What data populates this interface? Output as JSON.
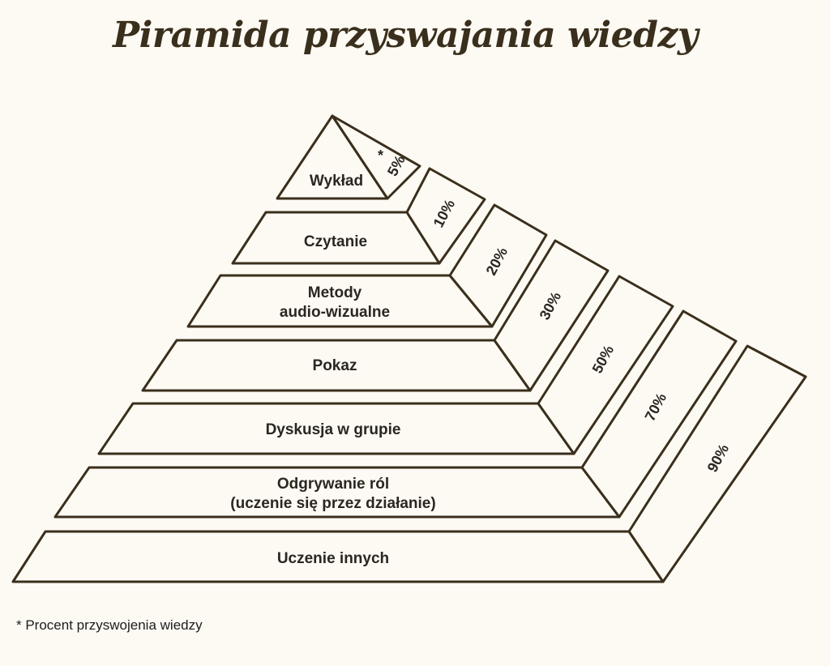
{
  "title": "Piramida przyswajania wiedzy",
  "footnote": "* Procent przyswojenia wiedzy",
  "asterisk": "*",
  "levels": [
    {
      "lines": [
        "Wykład"
      ],
      "percent": "5%"
    },
    {
      "lines": [
        "Czytanie"
      ],
      "percent": "10%"
    },
    {
      "lines": [
        "Metody",
        "audio-wizualne"
      ],
      "percent": "20%"
    },
    {
      "lines": [
        "Pokaz"
      ],
      "percent": "30%"
    },
    {
      "lines": [
        "Dyskusja w grupie"
      ],
      "percent": "50%"
    },
    {
      "lines": [
        "Odgrywanie ról",
        "(uczenie się przez działanie)"
      ],
      "percent": "70%"
    },
    {
      "lines": [
        "Uczenie innych"
      ],
      "percent": "90%"
    }
  ]
}
